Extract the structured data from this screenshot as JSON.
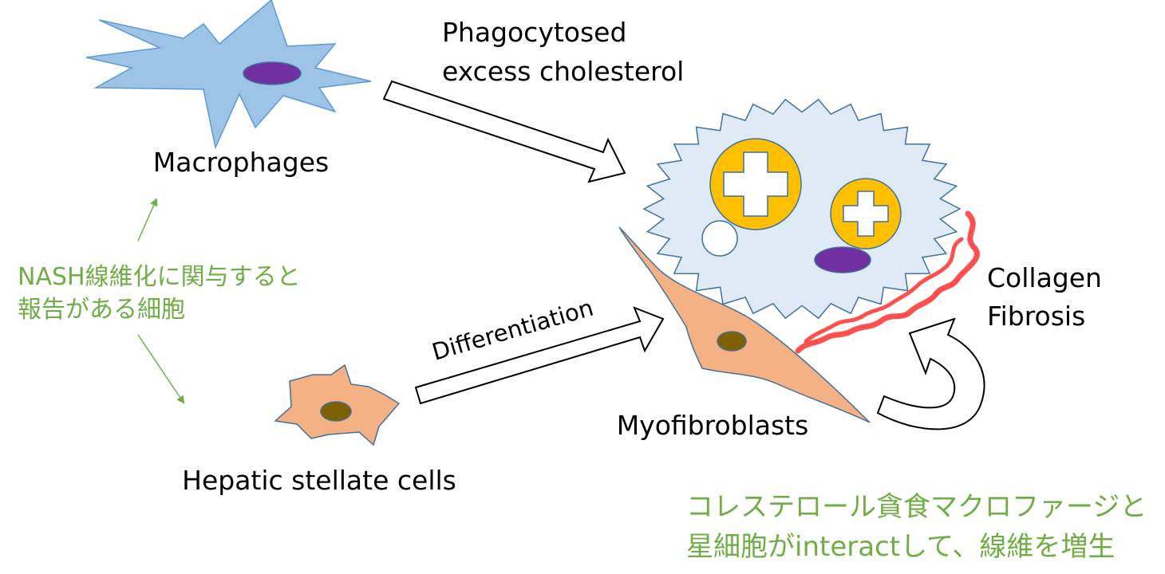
{
  "labels": {
    "macrophages": "Macrophages",
    "phagocytosed_line1": "Phagocytosed",
    "phagocytosed_line2": "excess cholesterol",
    "differentiation": "Differentiation",
    "hepatic_stellate_cells": "Hepatic stellate cells",
    "myofibroblasts": "Myofibroblasts",
    "collagen": "Collagen",
    "fibrosis": "Fibrosis"
  },
  "notes": {
    "nash_line1": "NASH線維化に関与すると",
    "nash_line2": "報告がある細胞",
    "interaction_line1": "コレステロール貪食マクロファージと",
    "interaction_line2": "星細胞がinteractして、線維を増生"
  },
  "colors": {
    "macrophage_fill": "#9dc3e6",
    "macrophage_stroke": "#5b9bd5",
    "large_cell_fill": "#deebf7",
    "cell_stroke": "#41719c",
    "stellate_fill": "#f4b183",
    "nucleus_purple": "#7030a0",
    "nucleus_brown": "#7f6000",
    "cholesterol_yellow": "#ffc000",
    "collagen_red": "#ff5050",
    "note_green": "#70ad47"
  }
}
